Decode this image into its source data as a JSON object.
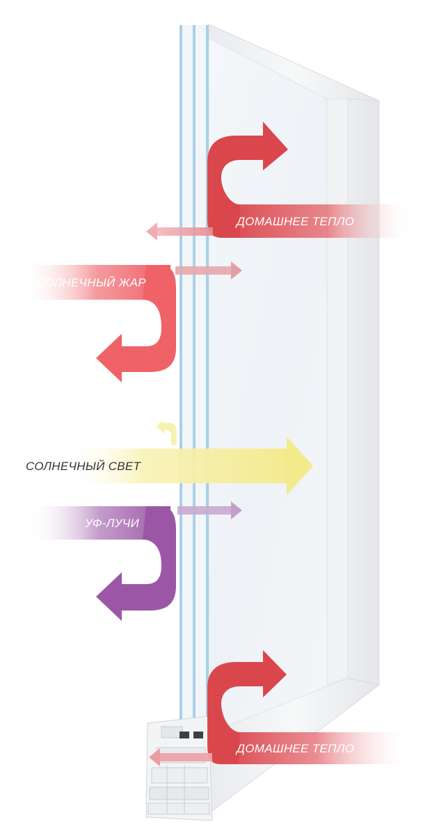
{
  "labels": {
    "home_heat_top": "ДОМАШНЕЕ ТЕПЛО",
    "solar_heat": "СОЛНЕЧНЫЙ ЖАР",
    "sunlight": "СОЛНЕЧНЫЙ СВЕТ",
    "uv_rays": "УФ-ЛУЧИ",
    "home_heat_bottom": "ДОМАШНЕЕ ТЕПЛО"
  },
  "colors": {
    "heat_red": "#d94a50",
    "solar_red": "#f06a70",
    "sun_yellow": "#f6ef9e",
    "uv_purple": "#9b59a6",
    "glass_blue": "#a9cfe6"
  }
}
